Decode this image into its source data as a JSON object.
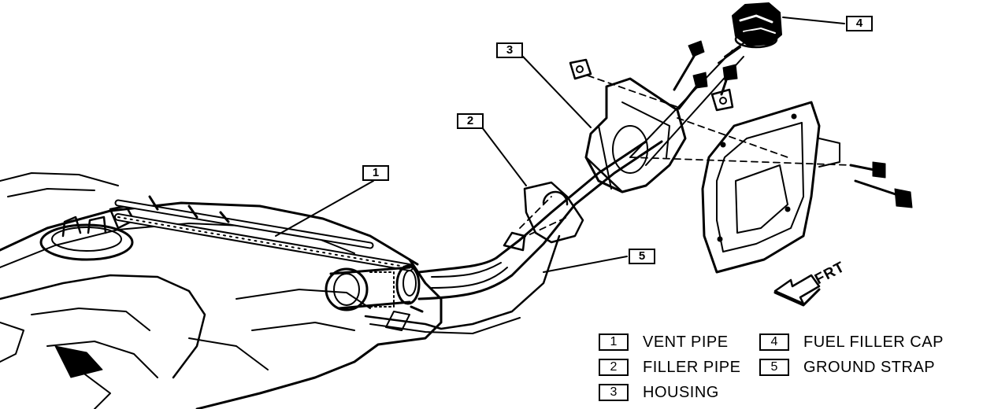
{
  "callouts": [
    {
      "num": "1"
    },
    {
      "num": "2"
    },
    {
      "num": "3"
    },
    {
      "num": "4"
    },
    {
      "num": "5"
    }
  ],
  "legend": [
    {
      "num": "1",
      "text": "VENT PIPE"
    },
    {
      "num": "2",
      "text": "FILLER PIPE"
    },
    {
      "num": "3",
      "text": "HOUSING"
    },
    {
      "num": "4",
      "text": "FUEL FILLER CAP"
    },
    {
      "num": "5",
      "text": "GROUND STRAP"
    }
  ],
  "direction_label": "FRT"
}
